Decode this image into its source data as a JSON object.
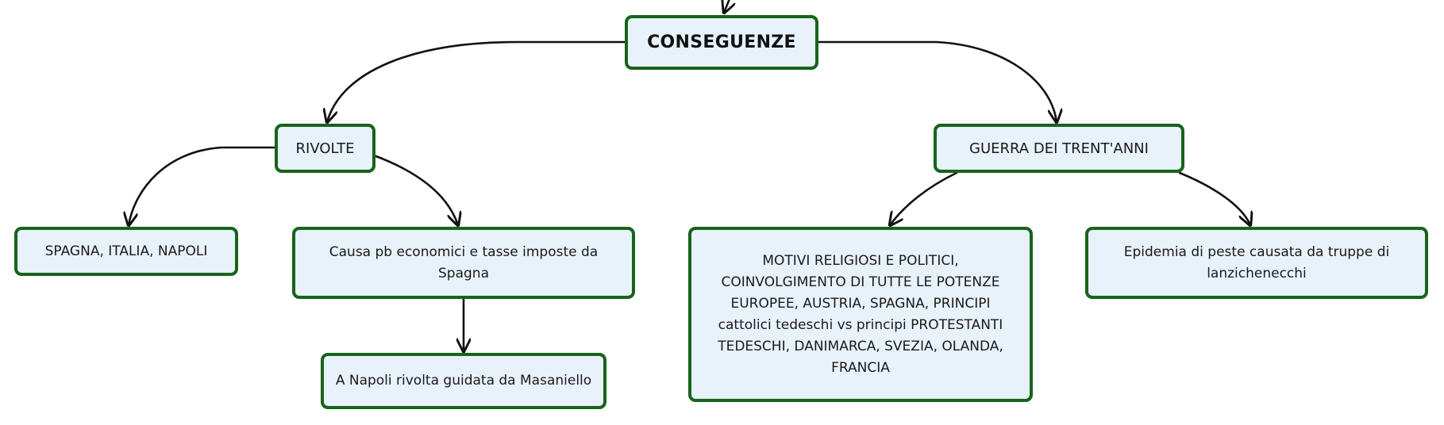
{
  "colors": {
    "node_fill": "#e8f2fb",
    "node_border": "#17641a",
    "connector": "#111111"
  },
  "nodes": {
    "root": "CONSEGUENZE",
    "rivolte": "RIVOLTE",
    "guerra": "GUERRA DEI TRENT'ANNI",
    "spagna_italia_napoli": "SPAGNA, ITALIA, NAPOLI",
    "causa": "Causa pb  economici e tasse imposte da\nSpagna",
    "napoli_rivolta": "A Napoli rivolta guidata da Masaniello",
    "motivi": "MOTIVI RELIGIOSI E POLITICI,\nCOINVOLGIMENTO DI TUTTE LE POTENZE\nEUROPEE, AUSTRIA, SPAGNA, PRINCIPI\ncattolici tedeschi vs principi PROTESTANTI\nTEDESCHI, DANIMARCA, SVEZIA, OLANDA,\nFRANCIA",
    "epidemia": "Epidemia  di peste causata da truppe di\nlanzichenecchi"
  }
}
